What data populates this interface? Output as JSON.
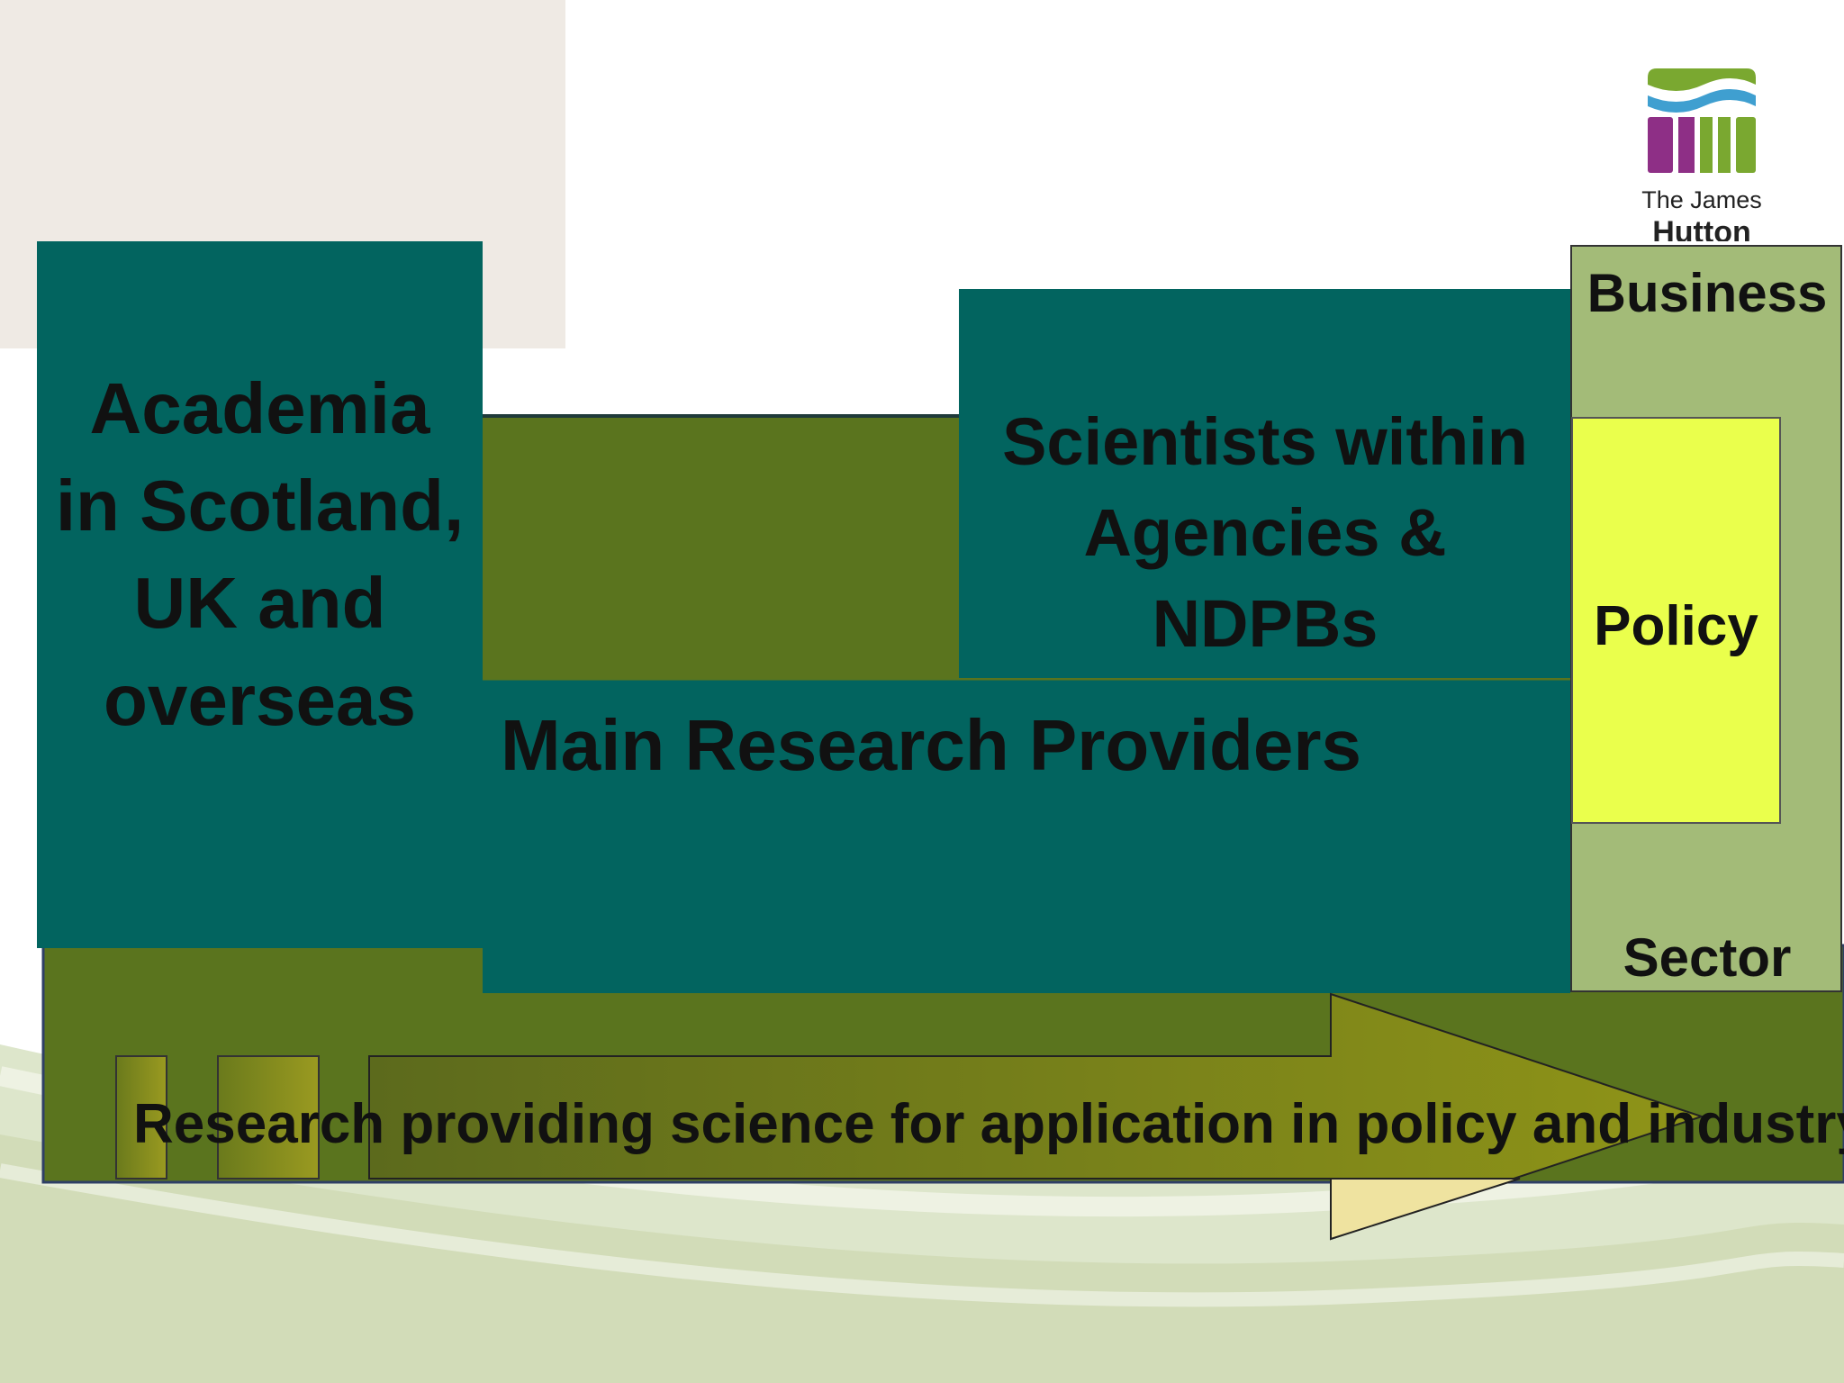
{
  "diagram": {
    "academia_label": "Academia in Scotland, UK and overseas",
    "academia_lines": [
      "Academia",
      "in Scotland,",
      "UK and",
      "overseas"
    ],
    "scientists_lines": [
      "Scientists within",
      "Agencies &",
      "NDPBs"
    ],
    "main_providers_label": "Main Research Providers",
    "business_label": "Business",
    "policy_label": "Policy",
    "sector_label": "Sector",
    "research_arrow_label": "Research providing science for application in policy and industry"
  },
  "logo": {
    "line1": "The James",
    "line2": "Hutton"
  },
  "colors": {
    "teal": "#02645f",
    "olive": "#5a741e",
    "sage": "#a3bb78",
    "policy_yellow": "#eaff4c",
    "corner_beige": "#efeae4"
  },
  "icons": [
    "james-hutton-logo-icon"
  ]
}
